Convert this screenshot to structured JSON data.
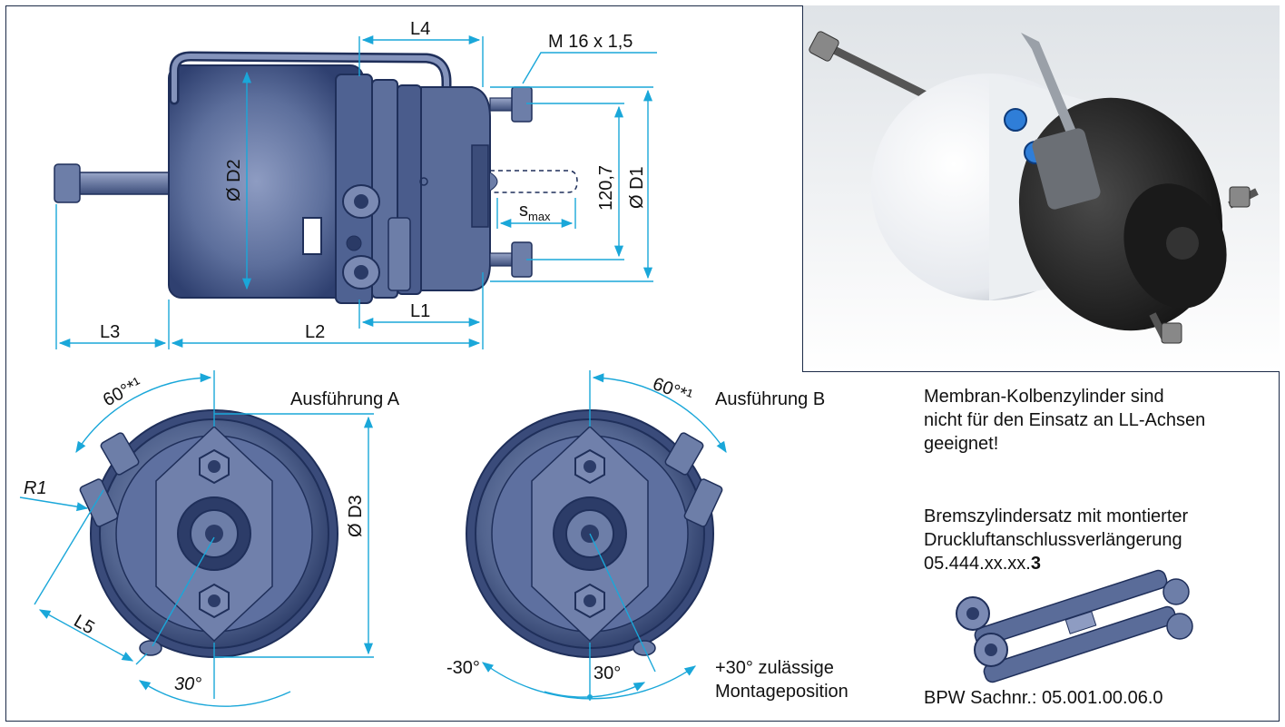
{
  "dimensions": {
    "L1": "L1",
    "L2": "L2",
    "L3": "L3",
    "L4": "L4",
    "L5": "L5",
    "R1": "R1",
    "thread": "M 16 x 1,5",
    "d1": "Ø D1",
    "d2": "Ø D2",
    "d3": "Ø D3",
    "bolt_spacing": "120,7",
    "smax_base": "s",
    "smax_sub": "max"
  },
  "angles": {
    "a_60": "60°*¹",
    "b_60": "60°*¹",
    "a_30": "30°",
    "b_30": "30°",
    "b_minus30": "-30°",
    "b_plus30": "+30° zulässige",
    "b_plus30_line2": "Montageposition"
  },
  "variants": {
    "a": "Ausführung A",
    "b": "Ausführung B"
  },
  "notes": {
    "warning_line1": "Membran-Kolbenzylinder sind",
    "warning_line2": "nicht für den Einsatz an LL-Achsen",
    "warning_line3": "geeignet!",
    "kit_line1": "Bremszylindersatz mit montierter",
    "kit_line2": "Druckluftanschlussverlängerung",
    "kit_number_prefix": "05.444.xx.xx.",
    "kit_number_suffix": "3",
    "bpw_number": "BPW Sachnr.: 05.001.00.06.0"
  },
  "colors": {
    "dimension_line": "#1aa7d9",
    "part_fill": "#4c5f8c",
    "part_dark": "#1f2f5a",
    "frame": "#1b2a47"
  }
}
